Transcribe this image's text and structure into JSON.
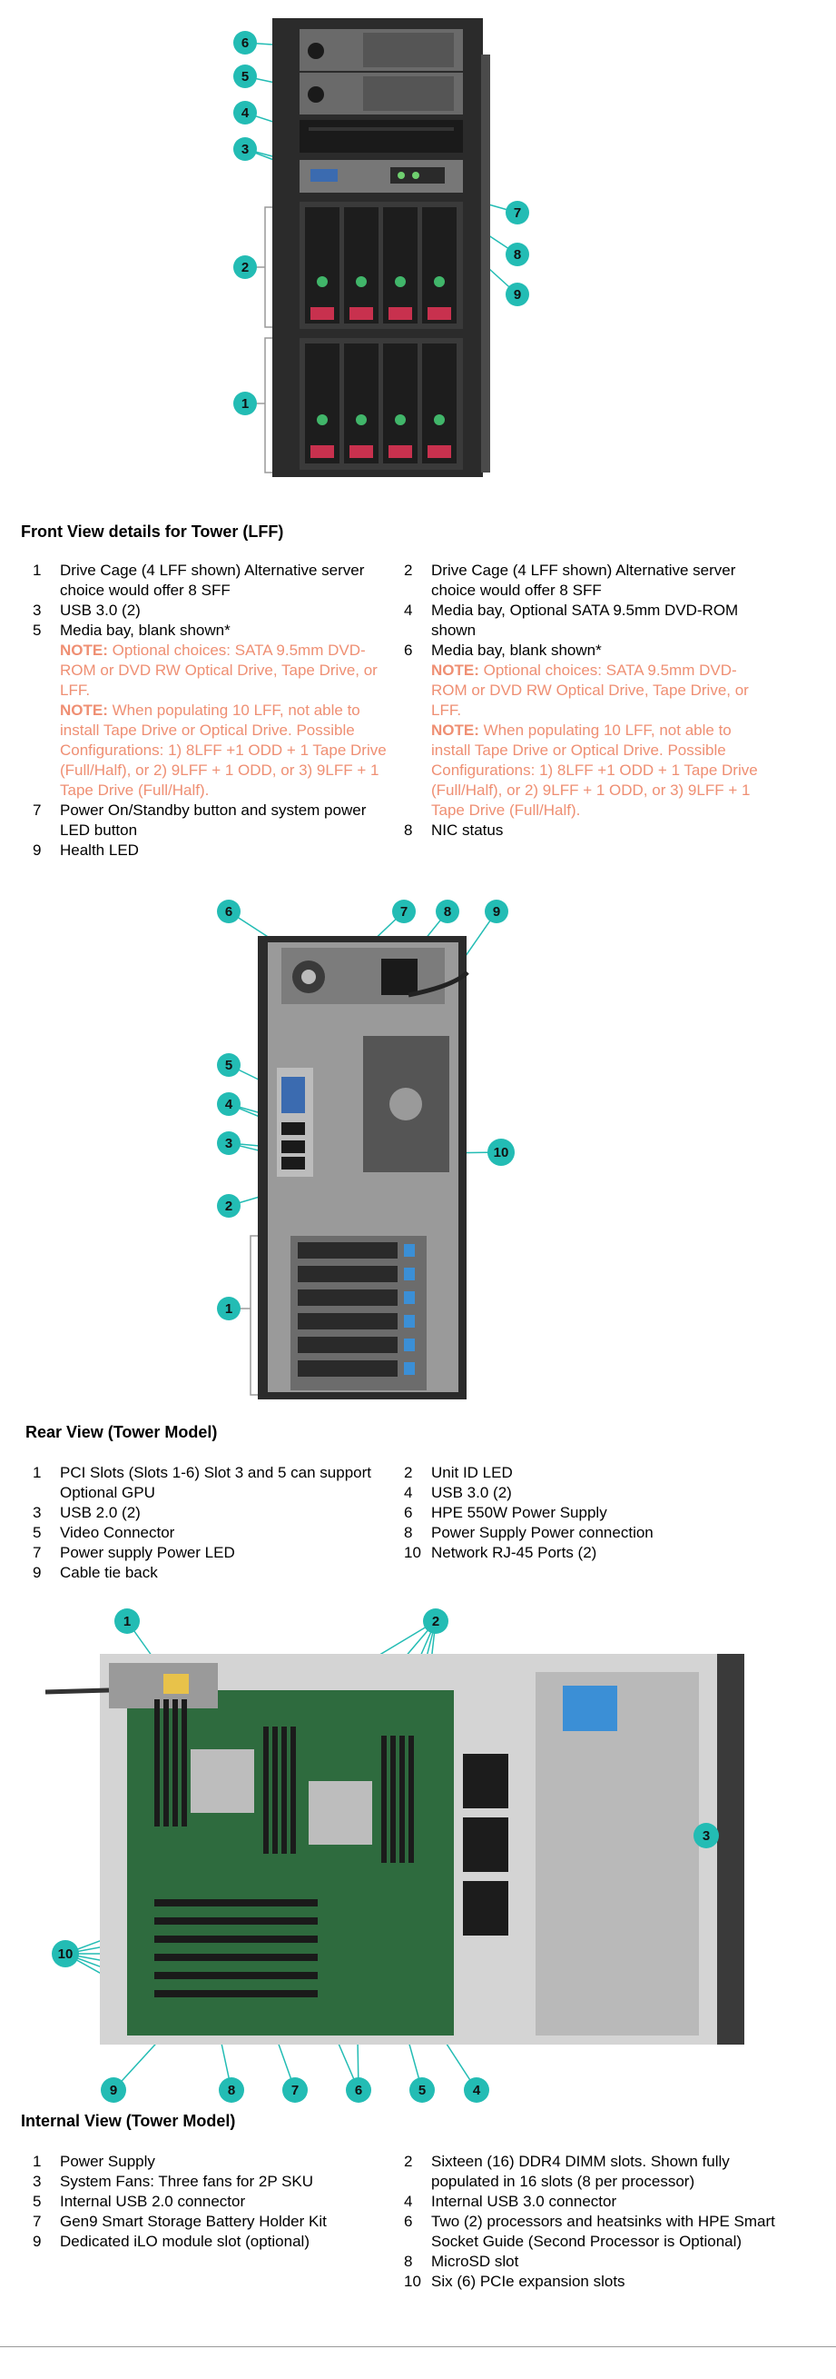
{
  "front": {
    "heading": "Front View details for Tower (LFF)",
    "callouts": [
      "6",
      "5",
      "4",
      "3",
      "2",
      "1",
      "7",
      "8",
      "9"
    ],
    "left": [
      {
        "num": "1",
        "text": "Drive Cage (4 LFF shown) Alternative server choice would offer 8 SFF"
      },
      {
        "num": "3",
        "text": "USB 3.0 (2)"
      },
      {
        "num": "5",
        "text": "Media bay, blank shown*",
        "note1_kw": "NOTE:",
        "note1": "Optional choices: SATA 9.5mm DVD-ROM or DVD RW Optical Drive, Tape Drive, or LFF.",
        "note2_kw": "NOTE:",
        "note2": "When populating 10 LFF, not able to install Tape Drive or Optical Drive. Possible Configurations: 1) 8LFF +1 ODD + 1 Tape Drive (Full/Half), or 2) 9LFF + 1 ODD, or 3) 9LFF + 1 Tape Drive (Full/Half)."
      },
      {
        "num": "7",
        "text": "Power On/Standby button and system power LED button"
      },
      {
        "num": "9",
        "text": "Health LED"
      }
    ],
    "right": [
      {
        "num": "2",
        "text": "Drive Cage (4 LFF shown) Alternative server choice would offer 8 SFF"
      },
      {
        "num": "4",
        "text": "Media bay, Optional SATA 9.5mm DVD-ROM shown"
      },
      {
        "num": "6",
        "text": "Media bay, blank shown*",
        "note1_kw": "NOTE:",
        "note1": "Optional choices: SATA 9.5mm DVD-ROM or DVD RW Optical Drive, Tape Drive, or LFF.",
        "note2_kw": "NOTE:",
        "note2": "When populating 10 LFF, not able to install Tape Drive or Optical Drive. Possible Configurations: 1) 8LFF +1 ODD + 1 Tape Drive (Full/Half), or 2) 9LFF + 1 ODD, or 3) 9LFF + 1 Tape Drive (Full/Half)."
      },
      {
        "num": "8",
        "text": "NIC status"
      }
    ]
  },
  "rear": {
    "heading": "Rear View (Tower Model)",
    "callouts": [
      "6",
      "7",
      "8",
      "9",
      "5",
      "4",
      "3",
      "2",
      "1",
      "10"
    ],
    "left": [
      {
        "num": "1",
        "text": "PCI Slots (Slots 1-6) Slot 3 and 5 can support Optional GPU"
      },
      {
        "num": "3",
        "text": "USB 2.0 (2)"
      },
      {
        "num": "5",
        "text": "Video Connector"
      },
      {
        "num": "7",
        "text": "Power supply Power LED"
      },
      {
        "num": "9",
        "text": "Cable tie back"
      }
    ],
    "right": [
      {
        "num": "2",
        "text": "Unit ID LED"
      },
      {
        "num": "4",
        "text": "USB 3.0 (2)"
      },
      {
        "num": "6",
        "text": "HPE 550W Power Supply"
      },
      {
        "num": "8",
        "text": "Power Supply Power connection"
      },
      {
        "num": "10",
        "text": "Network RJ-45 Ports (2)"
      }
    ]
  },
  "internal": {
    "heading": "Internal View (Tower Model)",
    "callouts": [
      "1",
      "2",
      "3",
      "10",
      "9",
      "8",
      "7",
      "6",
      "5",
      "4"
    ],
    "left": [
      {
        "num": "1",
        "text": "Power Supply"
      },
      {
        "num": "3",
        "text": "System Fans: Three fans for 2P SKU"
      },
      {
        "num": "5",
        "text": "Internal USB 2.0 connector"
      },
      {
        "num": "7",
        "text": "Gen9 Smart Storage Battery Holder Kit"
      },
      {
        "num": "9",
        "text": "Dedicated iLO module slot (optional)"
      }
    ],
    "right": [
      {
        "num": "2",
        "text": "Sixteen (16) DDR4 DIMM slots. Shown fully populated in 16 slots (8 per processor)"
      },
      {
        "num": "4",
        "text": "Internal USB 3.0 connector"
      },
      {
        "num": "6",
        "text": "Two (2) processors and heatsinks with HPE Smart Socket Guide (Second Processor is Optional)"
      },
      {
        "num": "8",
        "text": "MicroSD slot"
      },
      {
        "num": "10",
        "text": "Six (6) PCIe expansion slots"
      }
    ]
  },
  "colors": {
    "callout": "#23bcb4",
    "note": "#ef8f73",
    "chassis": "#2b2b2b"
  }
}
